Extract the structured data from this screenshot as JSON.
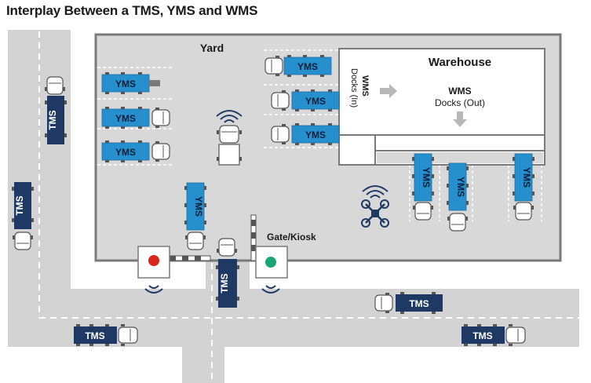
{
  "title": "Interplay Between a TMS, YMS and WMS",
  "labels": {
    "yard": "Yard",
    "warehouse": "Warehouse",
    "wms": "WMS",
    "docks_out": "Docks (Out)",
    "docks_in_wms": "WMS",
    "docks_in": "Docks (In)",
    "gate": "Gate/Kiosk",
    "tms": "TMS",
    "yms": "YMS"
  },
  "colors": {
    "road": "#d3d3d3",
    "yard_fill": "#d8d8d8",
    "yard_border": "#7a7a7a",
    "tms_truck": "#1e3a64",
    "yms_truck": "#2690cf",
    "light_red": "#d9261c",
    "light_green": "#1aa574",
    "arrow": "#b8b8b8"
  },
  "icons": [
    "wifi-signal-icon",
    "drone-icon",
    "traffic-light-icon",
    "gate-barrier-icon"
  ]
}
